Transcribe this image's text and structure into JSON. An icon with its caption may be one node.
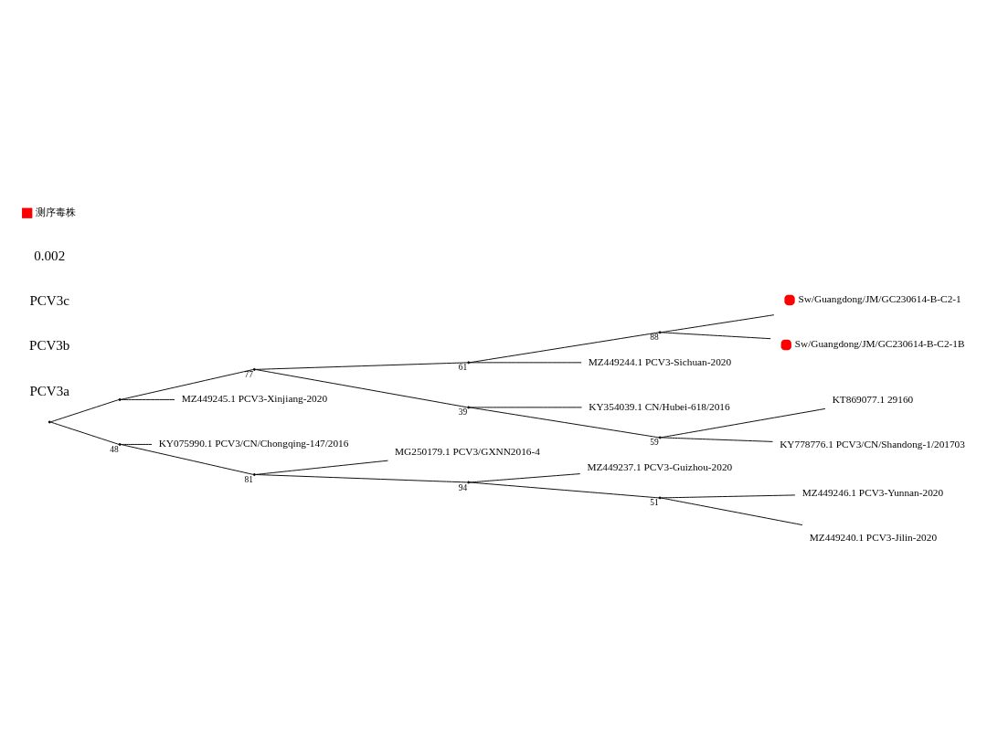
{
  "diagram": {
    "nodes": [
      {
        "text": [],
        "shape": "point"
      },
      {
        "text": [],
        "shape": "point"
      },
      {
        "text": [],
        "shape": "point",
        "beside": [
          "77"
        ]
      },
      {
        "text": [],
        "shape": "point",
        "beside": [
          "61"
        ]
      },
      {
        "text": [],
        "shape": "point",
        "beside": [
          "88"
        ]
      },
      {
        "text": [
          "Sw/Guangdong/JM/GC230614-B-C2-1"
        ]
      },
      {
        "text": [
          "Sw/Guangdong/JM/GC230614-B-C2-1B"
        ]
      },
      {
        "text": [
          "MZ449244.1 PCV3-Sichuan-2020"
        ]
      },
      {
        "text": [],
        "shape": "point",
        "beside": [
          "39"
        ]
      },
      {
        "text": [
          "KY354039.1 CN/Hubei-618/2016"
        ]
      },
      {
        "text": [],
        "shape": "point",
        "beside": [
          "59"
        ]
      },
      {
        "text": [
          "KT869077.1 29160"
        ]
      },
      {
        "text": [
          "KY778776.1 PCV3/CN/Shandong-1/201703"
        ]
      },
      {
        "text": [
          "MZ449245.1 PCV3-Xinjiang-2020"
        ]
      },
      {
        "text": [],
        "shape": "point",
        "beside": [
          "48"
        ]
      },
      {
        "text": [
          "KY075990.1 PCV3/CN/Chongqing-147/2016"
        ]
      },
      {
        "text": [],
        "shape": "point",
        "beside": [
          "81"
        ]
      },
      {
        "text": [
          "MG250179.1 PCV3/GXNN2016-4"
        ]
      },
      {
        "text": [],
        "shape": "point",
        "beside": [
          "94"
        ]
      },
      {
        "text": [
          "MZ449237.1 PCV3-Guizhou-2020"
        ]
      },
      {
        "text": [],
        "shape": "point",
        "beside": [
          "51"
        ]
      },
      {
        "text": [
          "MZ449246.1 PCV3-Yunnan-2020"
        ]
      },
      {
        "text": [
          "MZ449240.1 PCV3-Jilin-2020"
        ]
      }
    ],
    "edges": [
      {
        "from": 0,
        "to": 1,
        "arrow": "none"
      },
      {
        "from": 1,
        "to": 2,
        "arrow": "none"
      },
      {
        "from": 2,
        "to": 3,
        "arrow": "none"
      },
      {
        "from": 3,
        "to": 4,
        "arrow": "none"
      },
      {
        "from": 4,
        "to": 5,
        "arrow": "none"
      },
      {
        "from": 4,
        "to": 6,
        "arrow": "none"
      },
      {
        "from": 3,
        "to": 7,
        "arrow": "none"
      },
      {
        "from": 2,
        "to": 8,
        "arrow": "none"
      },
      {
        "from": 8,
        "to": 9,
        "arrow": "none"
      },
      {
        "from": 8,
        "to": 10,
        "arrow": "none"
      },
      {
        "from": 10,
        "to": 11,
        "arrow": "none"
      },
      {
        "from": 10,
        "to": 12,
        "arrow": "none"
      },
      {
        "from": 1,
        "to": 13,
        "arrow": "none"
      },
      {
        "from": 0,
        "to": 14,
        "arrow": "none"
      },
      {
        "from": 14,
        "to": 15,
        "arrow": "none"
      },
      {
        "from": 14,
        "to": 16,
        "arrow": "none"
      },
      {
        "from": 16,
        "to": 17,
        "arrow": "none"
      },
      {
        "from": 16,
        "to": 18,
        "arrow": "none"
      },
      {
        "from": 18,
        "to": 19,
        "arrow": "none"
      },
      {
        "from": 18,
        "to": 20,
        "arrow": "none"
      },
      {
        "from": 20,
        "to": 21,
        "arrow": "none"
      },
      {
        "from": 20,
        "to": 22,
        "arrow": "none"
      }
    ],
    "labels": [
      "PCV3a",
      "PCV3b",
      "PCV3c",
      "0.002"
    ],
    "legend": [
      {
        "text": "测序毒株",
        "color": "#ff0000"
      }
    ]
  }
}
